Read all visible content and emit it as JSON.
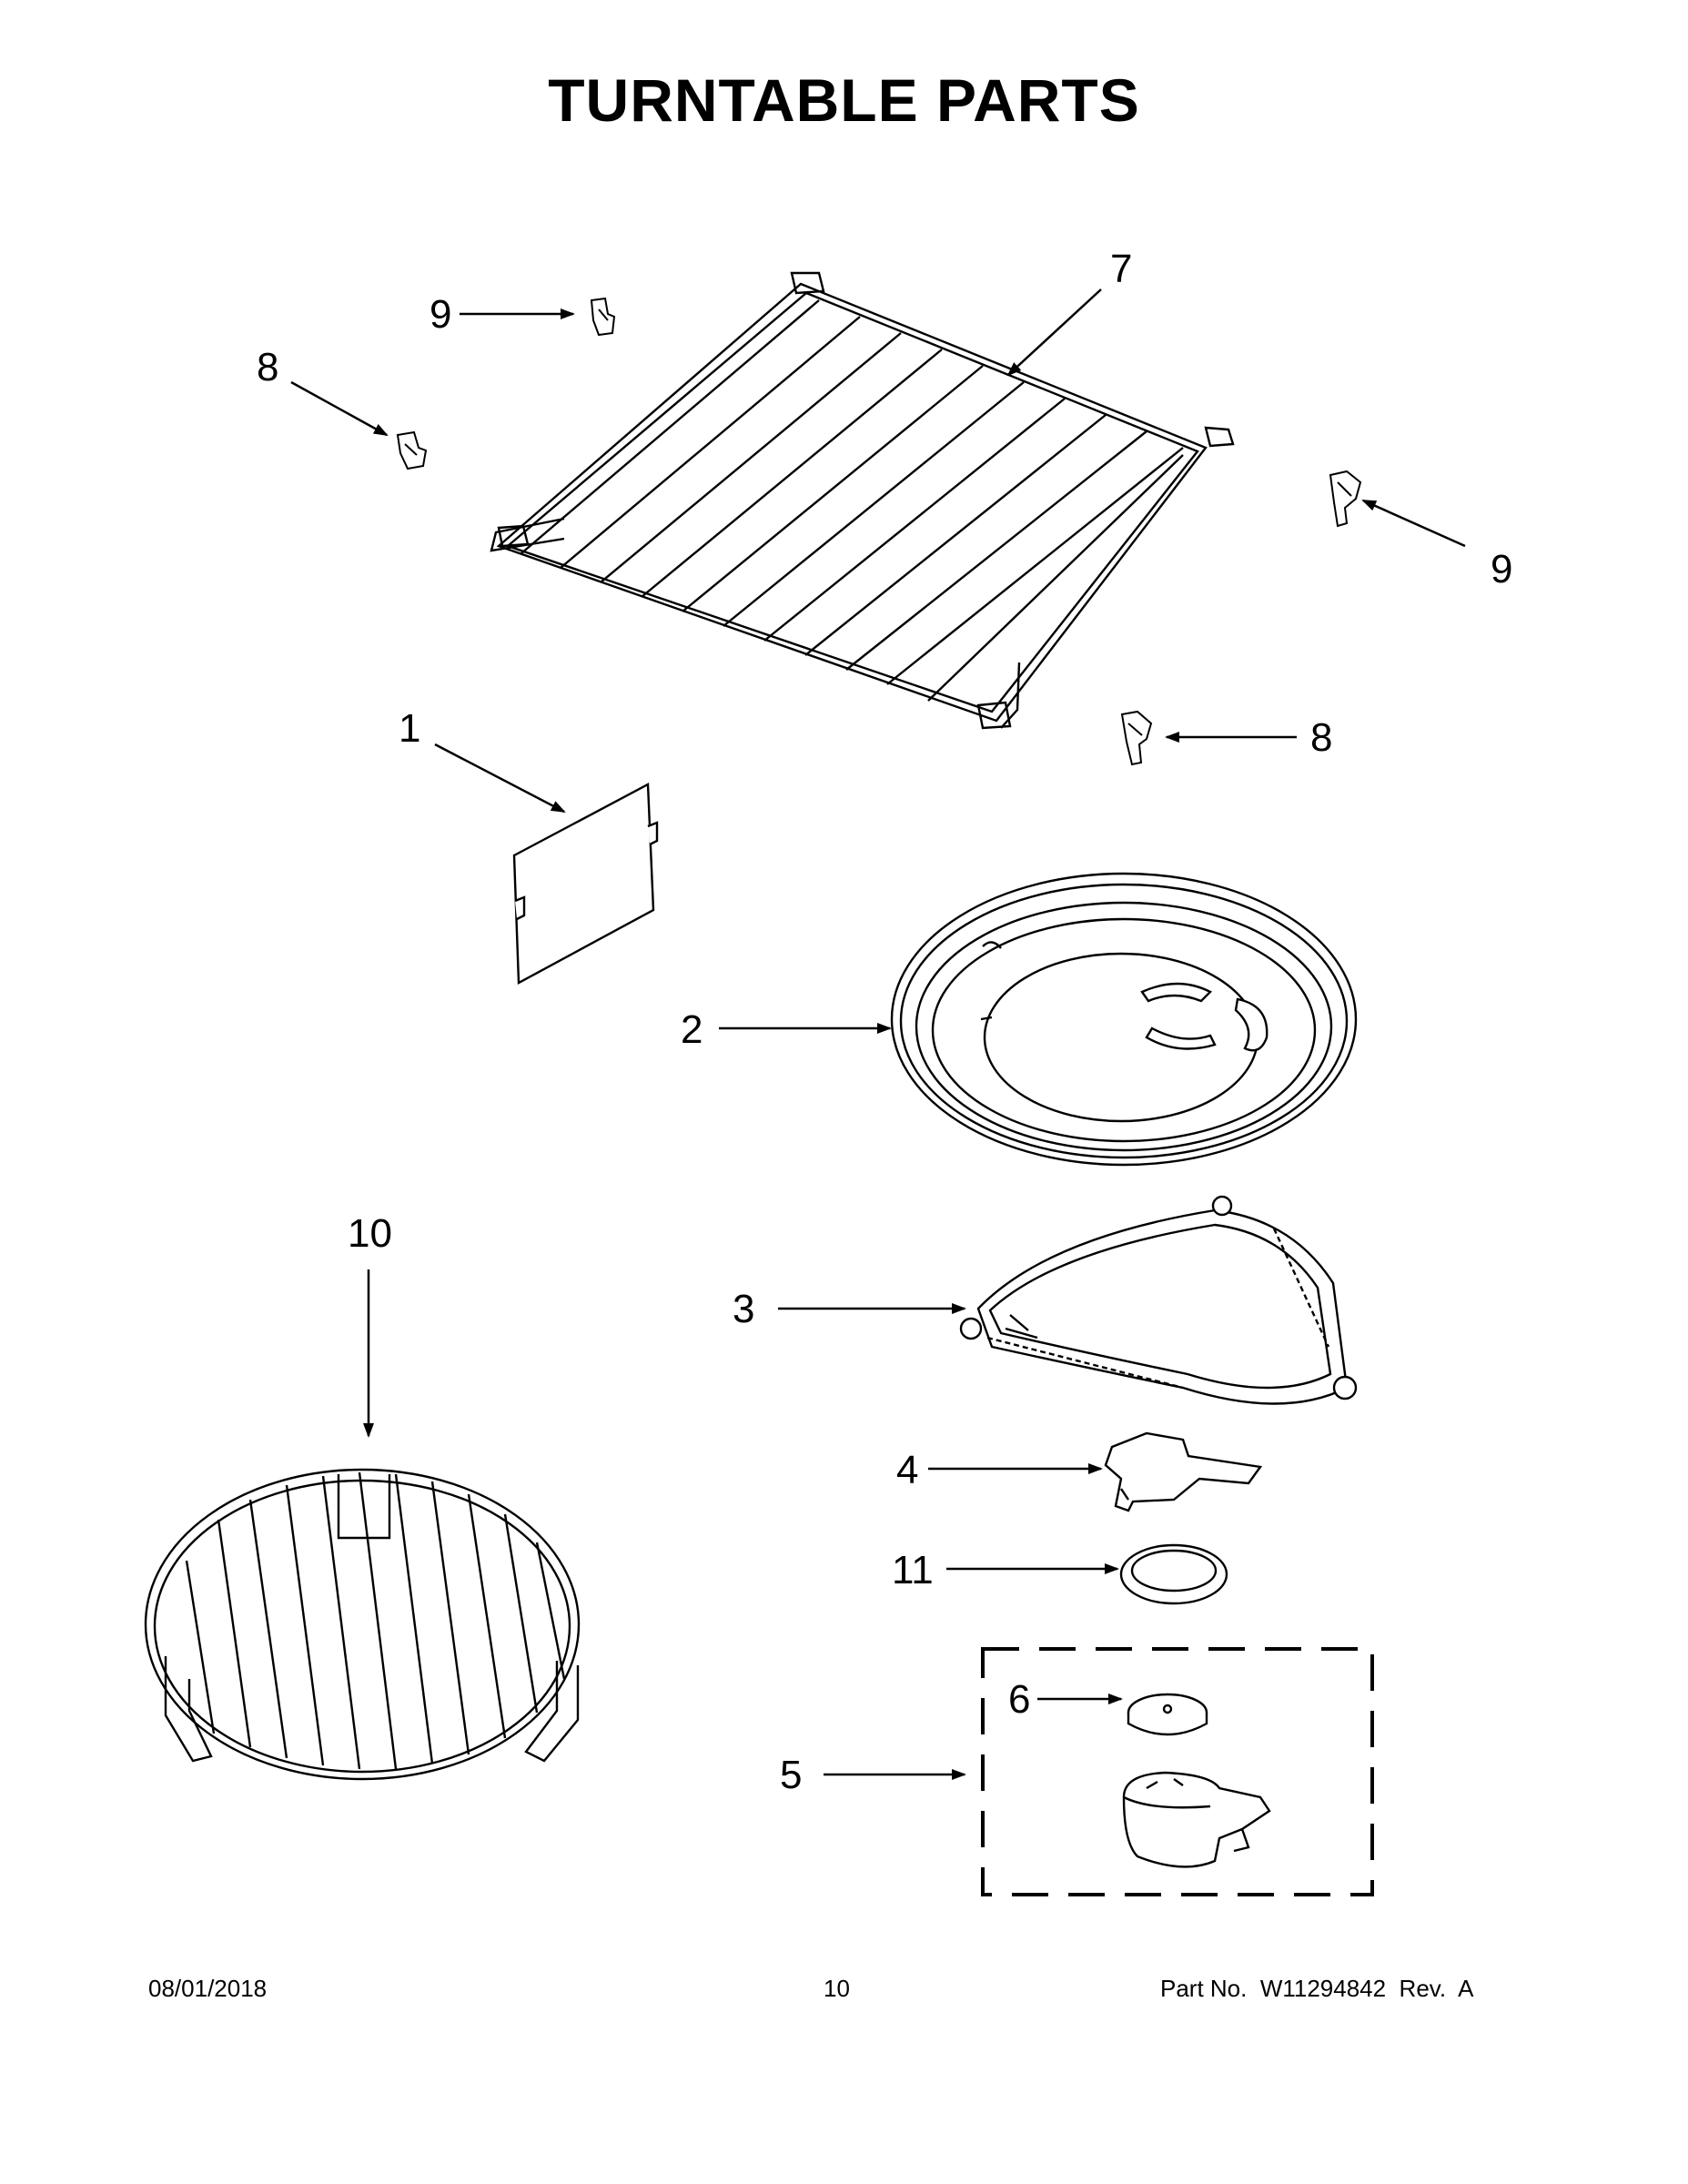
{
  "title": "TURNTABLE PARTS",
  "callouts": {
    "c1": "1",
    "c2": "2",
    "c3": "3",
    "c4": "4",
    "c5": "5",
    "c6": "6",
    "c7": "7",
    "c8a": "8",
    "c8b": "8",
    "c9a": "9",
    "c9b": "9",
    "c10": "10",
    "c11": "11"
  },
  "footer": {
    "date": "08/01/2018",
    "page": "10",
    "part": "Part No.  W11294842  Rev.  A"
  }
}
